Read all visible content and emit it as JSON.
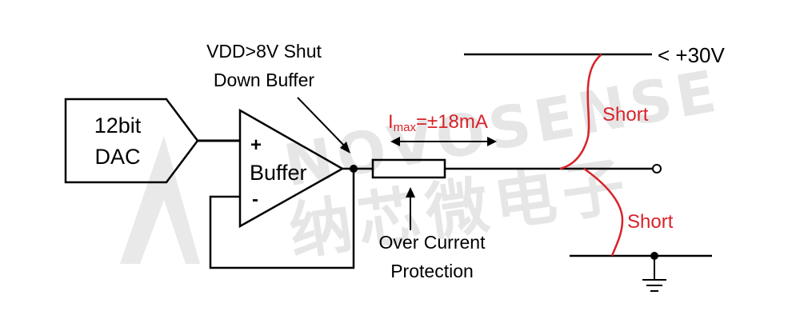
{
  "watermark": {
    "brand": "NOVOSENSE",
    "chinese": "纳芯微电子"
  },
  "labels": {
    "dac_line1": "12bit",
    "dac_line2": "DAC",
    "buffer": "Buffer",
    "plus": "+",
    "minus": "-",
    "shutdown_line1": "VDD>8V Shut",
    "shutdown_line2": "Down Buffer",
    "imax_main": "I",
    "imax_sub": "max",
    "imax_value": "=±18mA",
    "ocp_line1": "Over Current",
    "ocp_line2": "Protection",
    "supply": "< +30V",
    "short_top": "Short",
    "short_bottom": "Short"
  },
  "colors": {
    "wire": "#000000",
    "short": "#d8232a",
    "watermark": "#e6e6e6"
  }
}
